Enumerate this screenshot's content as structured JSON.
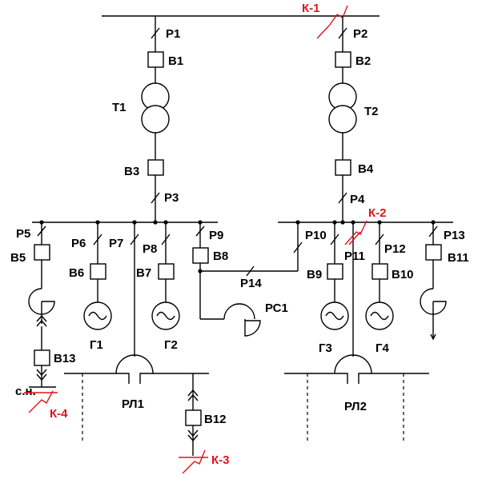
{
  "labels": {
    "k1": "К-1",
    "k2": "К-2",
    "k3": "К-3",
    "k4": "К-4",
    "p1": "Р1",
    "p2": "Р2",
    "p3": "Р3",
    "p4": "Р4",
    "p5": "Р5",
    "p6": "Р6",
    "p7": "Р7",
    "p8": "Р8",
    "p9": "Р9",
    "p10": "Р10",
    "p11": "Р11",
    "p12": "Р12",
    "p13": "Р13",
    "p14": "Р14",
    "b1": "В1",
    "b2": "В2",
    "b3": "В3",
    "b4": "В4",
    "b5": "В5",
    "b6": "В6",
    "b7": "В7",
    "b8": "В8",
    "b9": "В9",
    "b10": "В10",
    "b11": "В11",
    "b12": "В12",
    "b13": "В13",
    "t1": "Т1",
    "t2": "Т2",
    "g1": "Г1",
    "g2": "Г2",
    "g3": "Г3",
    "g4": "Г4",
    "rl1": "РЛ1",
    "rl2": "РЛ2",
    "rc1": "РС1",
    "sn": "с.н."
  },
  "colors": {
    "line": "#000000",
    "fault": "#e0141e"
  }
}
